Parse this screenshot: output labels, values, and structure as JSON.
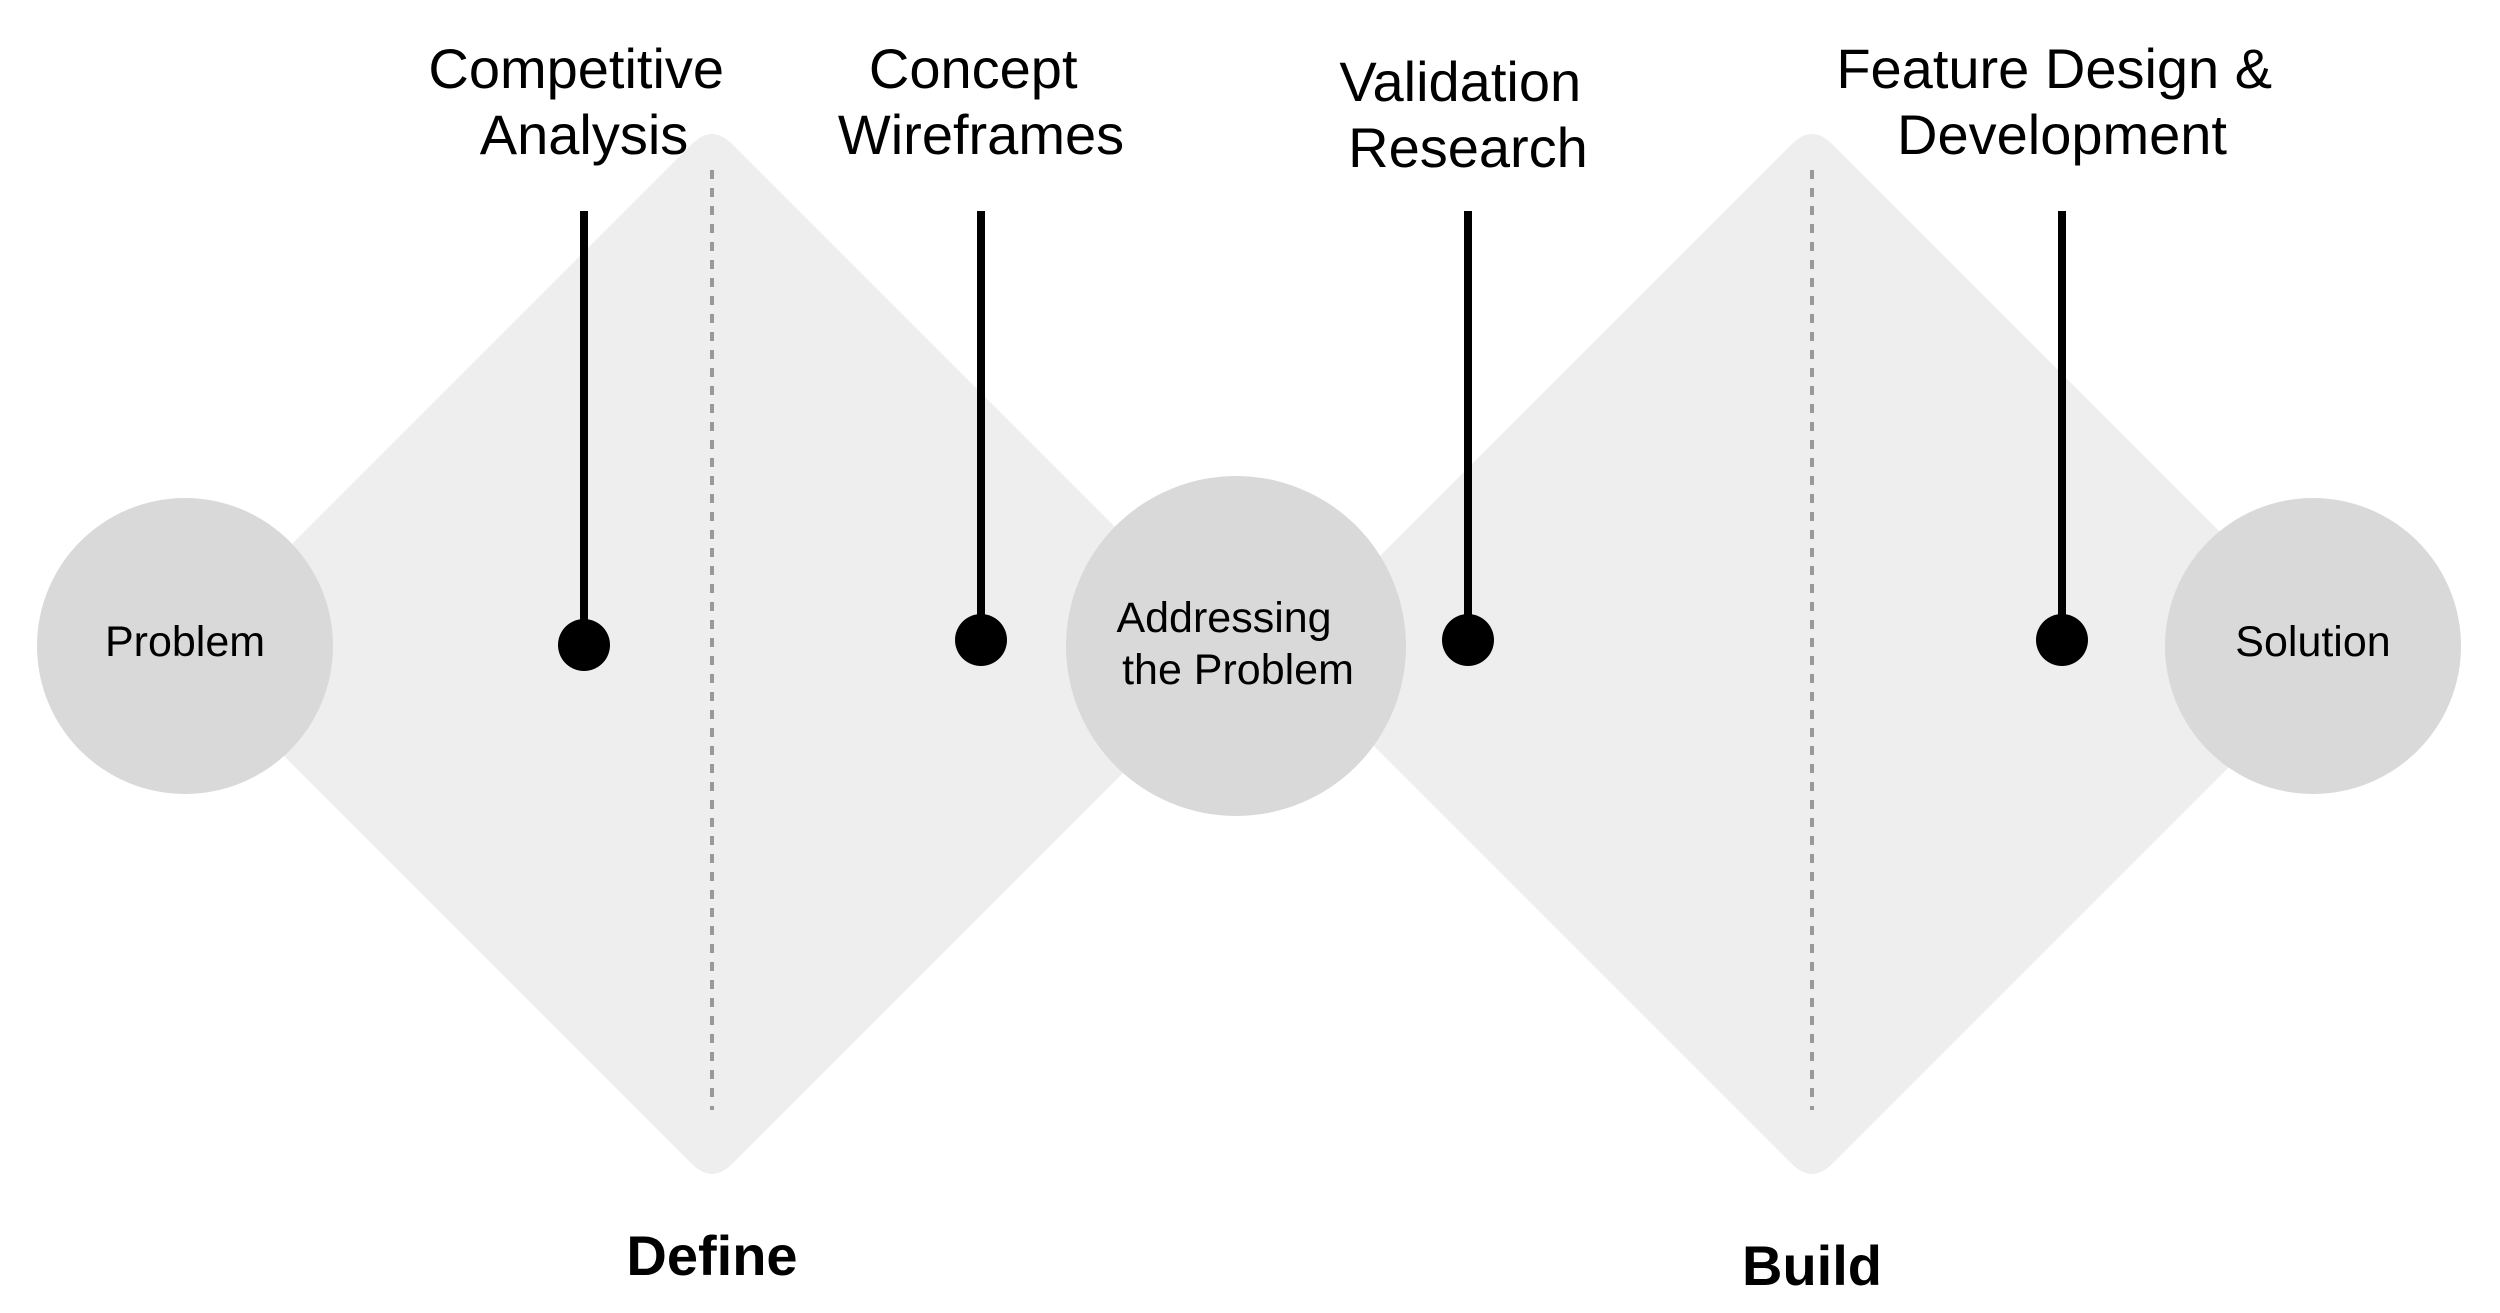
{
  "colors": {
    "diamond_fill": "#eeeeee",
    "node_fill": "#d9d9d9",
    "divider": "#999999",
    "stem": "#000000",
    "text": "#000000"
  },
  "phases": [
    {
      "label": "Define"
    },
    {
      "label": "Build"
    }
  ],
  "nodes": [
    {
      "lines": [
        "Problem"
      ]
    },
    {
      "lines": [
        "Addressing",
        "the Problem"
      ]
    },
    {
      "lines": [
        "Solution"
      ]
    }
  ],
  "steps": [
    {
      "lines": [
        "Competitive",
        "Analysis"
      ]
    },
    {
      "lines": [
        "Concept",
        "Wireframes"
      ]
    },
    {
      "lines": [
        "Validation",
        "Research"
      ]
    },
    {
      "lines": [
        "Feature Design &",
        "Development"
      ]
    }
  ]
}
